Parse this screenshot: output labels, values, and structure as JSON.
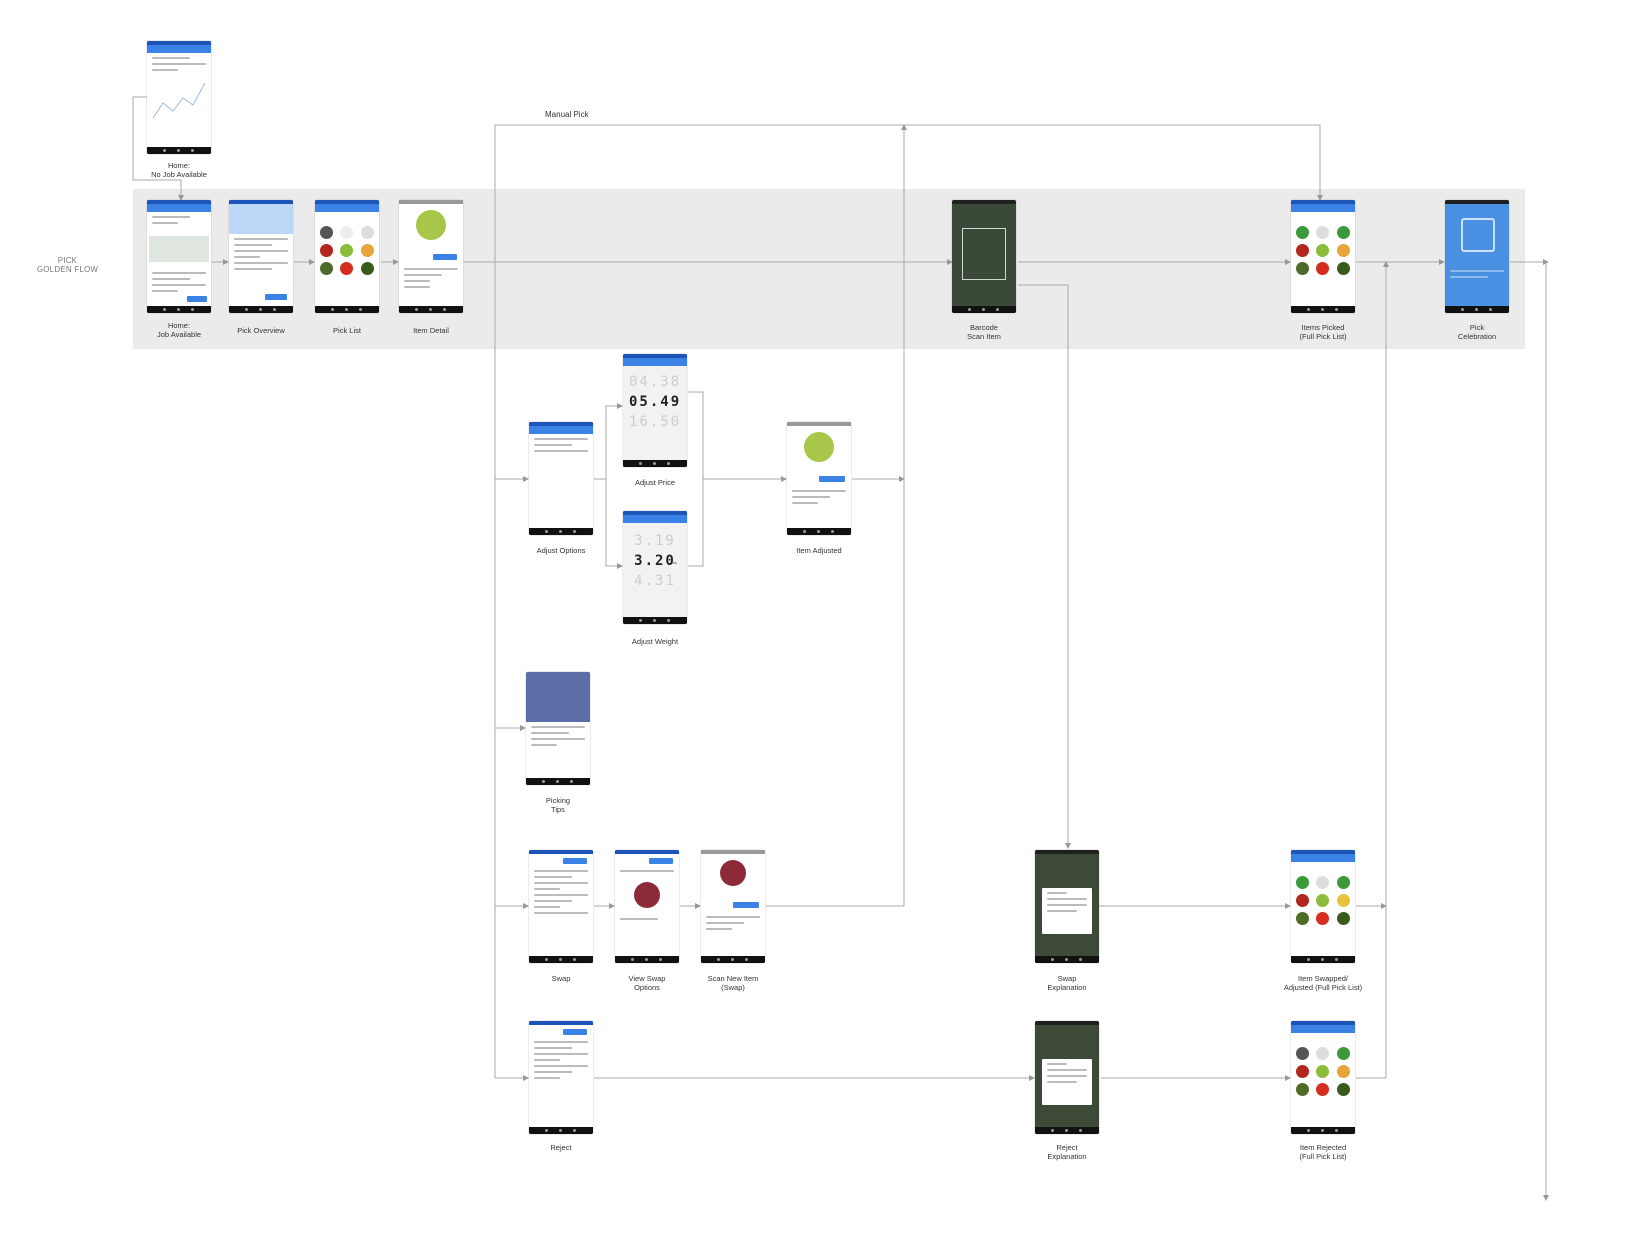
{
  "flow_title": "PICK\nGOLDEN FLOW",
  "manual_pick_label": "Manual Pick",
  "screens": {
    "home_no_job": "Home:\nNo Job Available",
    "home_job": "Home:\nJob Available",
    "pick_overview": "Pick Overview",
    "pick_list": "Pick List",
    "item_detail": "Item Detail",
    "barcode_scan": "Barcode\nScan Item",
    "items_picked": "Items Picked\n(Full Pick List)",
    "pick_celebration": "Pick\nCelebration",
    "adjust_options": "Adjust Options",
    "adjust_price": "Adjust Price",
    "adjust_weight": "Adjust Weight",
    "item_adjusted": "Item Adjusted",
    "picking_tips": "Picking\nTips",
    "swap": "Swap",
    "view_swap_options": "View Swap\nOptions",
    "scan_new_item": "Scan New Item\n(Swap)",
    "swap_explanation": "Swap\nExplanation",
    "item_swapped": "Item Swapped/\nAdjusted (Full Pick List)",
    "reject": "Reject",
    "reject_explanation": "Reject\nExplanation",
    "item_rejected": "Item Rejected\n(Full Pick List)"
  },
  "price_dial": [
    "04.38",
    "05.49",
    "16.50"
  ],
  "weight_dial": [
    "3.19",
    "3.20",
    "4.31"
  ],
  "weight_unit": "lbs"
}
